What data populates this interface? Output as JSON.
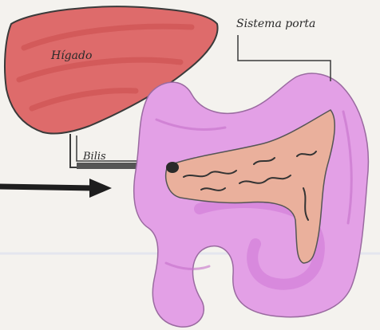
{
  "labels": {
    "liver": "Hígado",
    "portal_system": "Sistema porta",
    "bile": "Bilis"
  },
  "colors": {
    "paper": "#f4f2ee",
    "liver_fill": "#de6b6b",
    "liver_shade": "#c84a4a",
    "intestine_fill": "#e3a0e6",
    "intestine_shade": "#d37fd8",
    "pancreas_fill": "#eab09c",
    "ink": "#2a2a2a"
  }
}
